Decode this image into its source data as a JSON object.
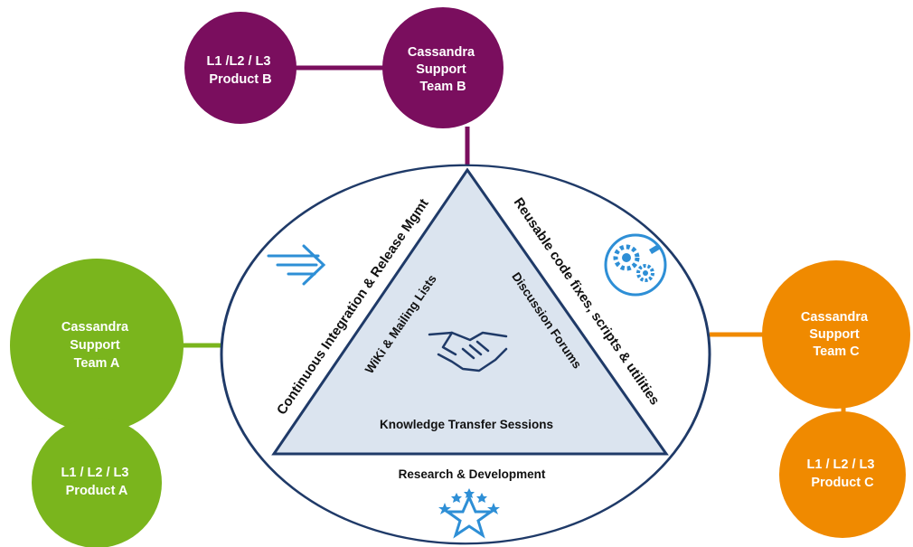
{
  "colors": {
    "purple": "#7a0e5e",
    "green": "#7ab51d",
    "orange": "#f08a00",
    "ring": "#1f3a68",
    "triangle_fill": "#dbe4ef",
    "triangle_stroke": "#1f3a68",
    "icon_blue": "#2e8fd6"
  },
  "nodes": {
    "product_b": {
      "lines": [
        "L1 /L2 / L3",
        "Product B"
      ]
    },
    "team_b": {
      "lines": [
        "Cassandra",
        "Support",
        "Team B"
      ]
    },
    "team_a": {
      "lines": [
        "Cassandra",
        "Support",
        "Team A"
      ]
    },
    "product_a": {
      "lines": [
        "L1 / L2 / L3",
        "Product A"
      ]
    },
    "team_c": {
      "lines": [
        "Cassandra",
        "Support",
        "Team C"
      ]
    },
    "product_c": {
      "lines": [
        "L1 / L2 / L3",
        "Product C"
      ]
    }
  },
  "hub": {
    "left_side": "Continuous Integration & Release Mgmt",
    "right_side": "Reusable code fixes, scripts & utilities",
    "inner_left": "WiKi & Mailing Lists",
    "inner_right": "Discussion Forums",
    "inner_bottom": "Knowledge Transfer Sessions",
    "segment_bottom": "Research & Development"
  },
  "icons": {
    "ci": "arrows-right-icon",
    "reuse": "gears-icon",
    "center": "handshake-icon",
    "rnd": "stars-icon"
  }
}
